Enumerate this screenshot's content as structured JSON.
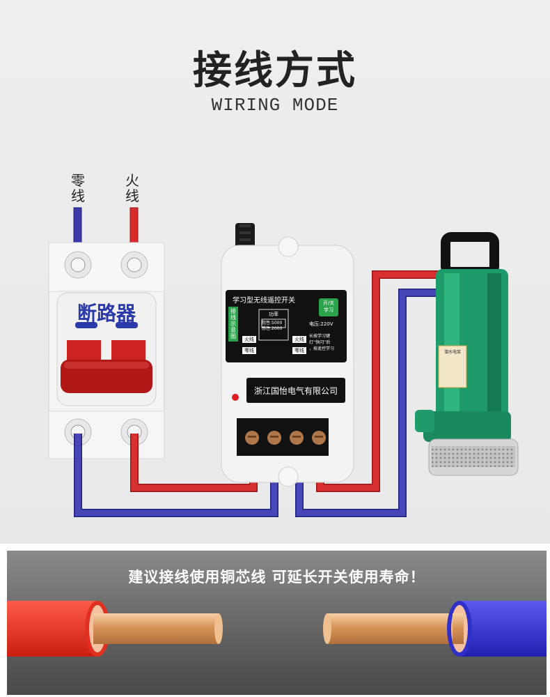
{
  "header": {
    "title": "接线方式",
    "subtitle": "WIRING MODE"
  },
  "wires": {
    "neutral_label": "零\n线",
    "live_label": "火\n线",
    "neutral_color": "#3a3aa8",
    "live_color": "#d82a2a"
  },
  "breaker": {
    "label": "断路器"
  },
  "controller": {
    "title": "学习型无线遥控开关",
    "side_label": "接线示意图",
    "power_title": "功率",
    "power_resistive": "阻性:5000",
    "power_inductive": "感性:2000",
    "button_label": "开/关\n学习",
    "voltage": "电压:220V",
    "live_in": "火线",
    "live_out": "火线",
    "neutral_in": "零线",
    "neutral_out": "零线",
    "instructions": "长按学习键\n灯“快闪”后\n，按遥控学习",
    "company": "浙江国怡电气有限公司"
  },
  "pump": {
    "label_text": "潜水电泵"
  },
  "banner": {
    "tip": "建议接线使用铜芯线 可延长开关使用寿命！"
  },
  "colors": {
    "pump_green": "#1f9a6a",
    "controller_black": "#111111",
    "breaker_red": "#b01818",
    "copper": "#e0a070"
  }
}
